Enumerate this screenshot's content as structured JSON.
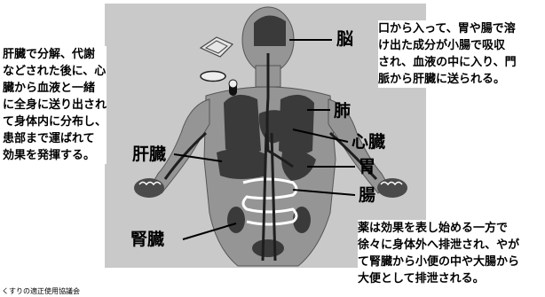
{
  "labels": {
    "brain": "脳",
    "lungs": "肺",
    "heart": "心臓",
    "liver": "肝臓",
    "stomach": "胃",
    "intestine": "腸",
    "kidney": "腎臓"
  },
  "notes": {
    "left": [
      "肝臓で分解、代謝",
      "などされた後に、心",
      "臓から血液と一緒",
      "に全身に送り出され",
      "て身体内に分布し、",
      "患部まで運ばれて",
      "効果を発揮する。"
    ],
    "right_top": [
      "口から入って、胃や腸で溶",
      "け出た成分が小腸で吸収",
      "され、血液の中に入り、門",
      "脈から肝臓に送られる。"
    ],
    "right_bottom": [
      "薬は効果を表し始める一方で",
      "徐々に身体外へ排泄され、やが",
      "て腎臓から小便の中や大腸から",
      "大便として排泄される。"
    ]
  },
  "credit": "くすりの適正使用協議会",
  "colors": {
    "panel": "#c9c9c9",
    "body": "#959595",
    "organs": "#3a3a3a",
    "text": "#000000"
  }
}
